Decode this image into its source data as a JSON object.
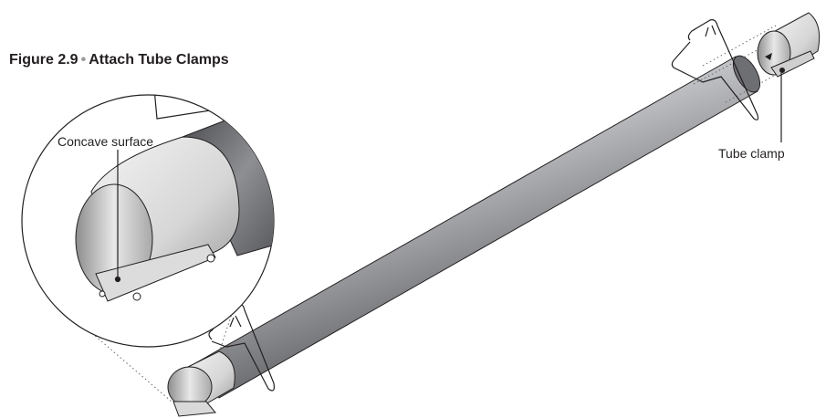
{
  "figure": {
    "number": "Figure 2.9",
    "separator": "•",
    "title": "Attach Tube Clamps"
  },
  "callouts": {
    "concave_surface": "Concave surface",
    "tube_clamp": "Tube clamp"
  },
  "colors": {
    "tube_dark": "#5a5b5e",
    "tube_light": "#b8b9bc",
    "outline": "#231f20",
    "clamp_light": "#e6e6e6"
  }
}
